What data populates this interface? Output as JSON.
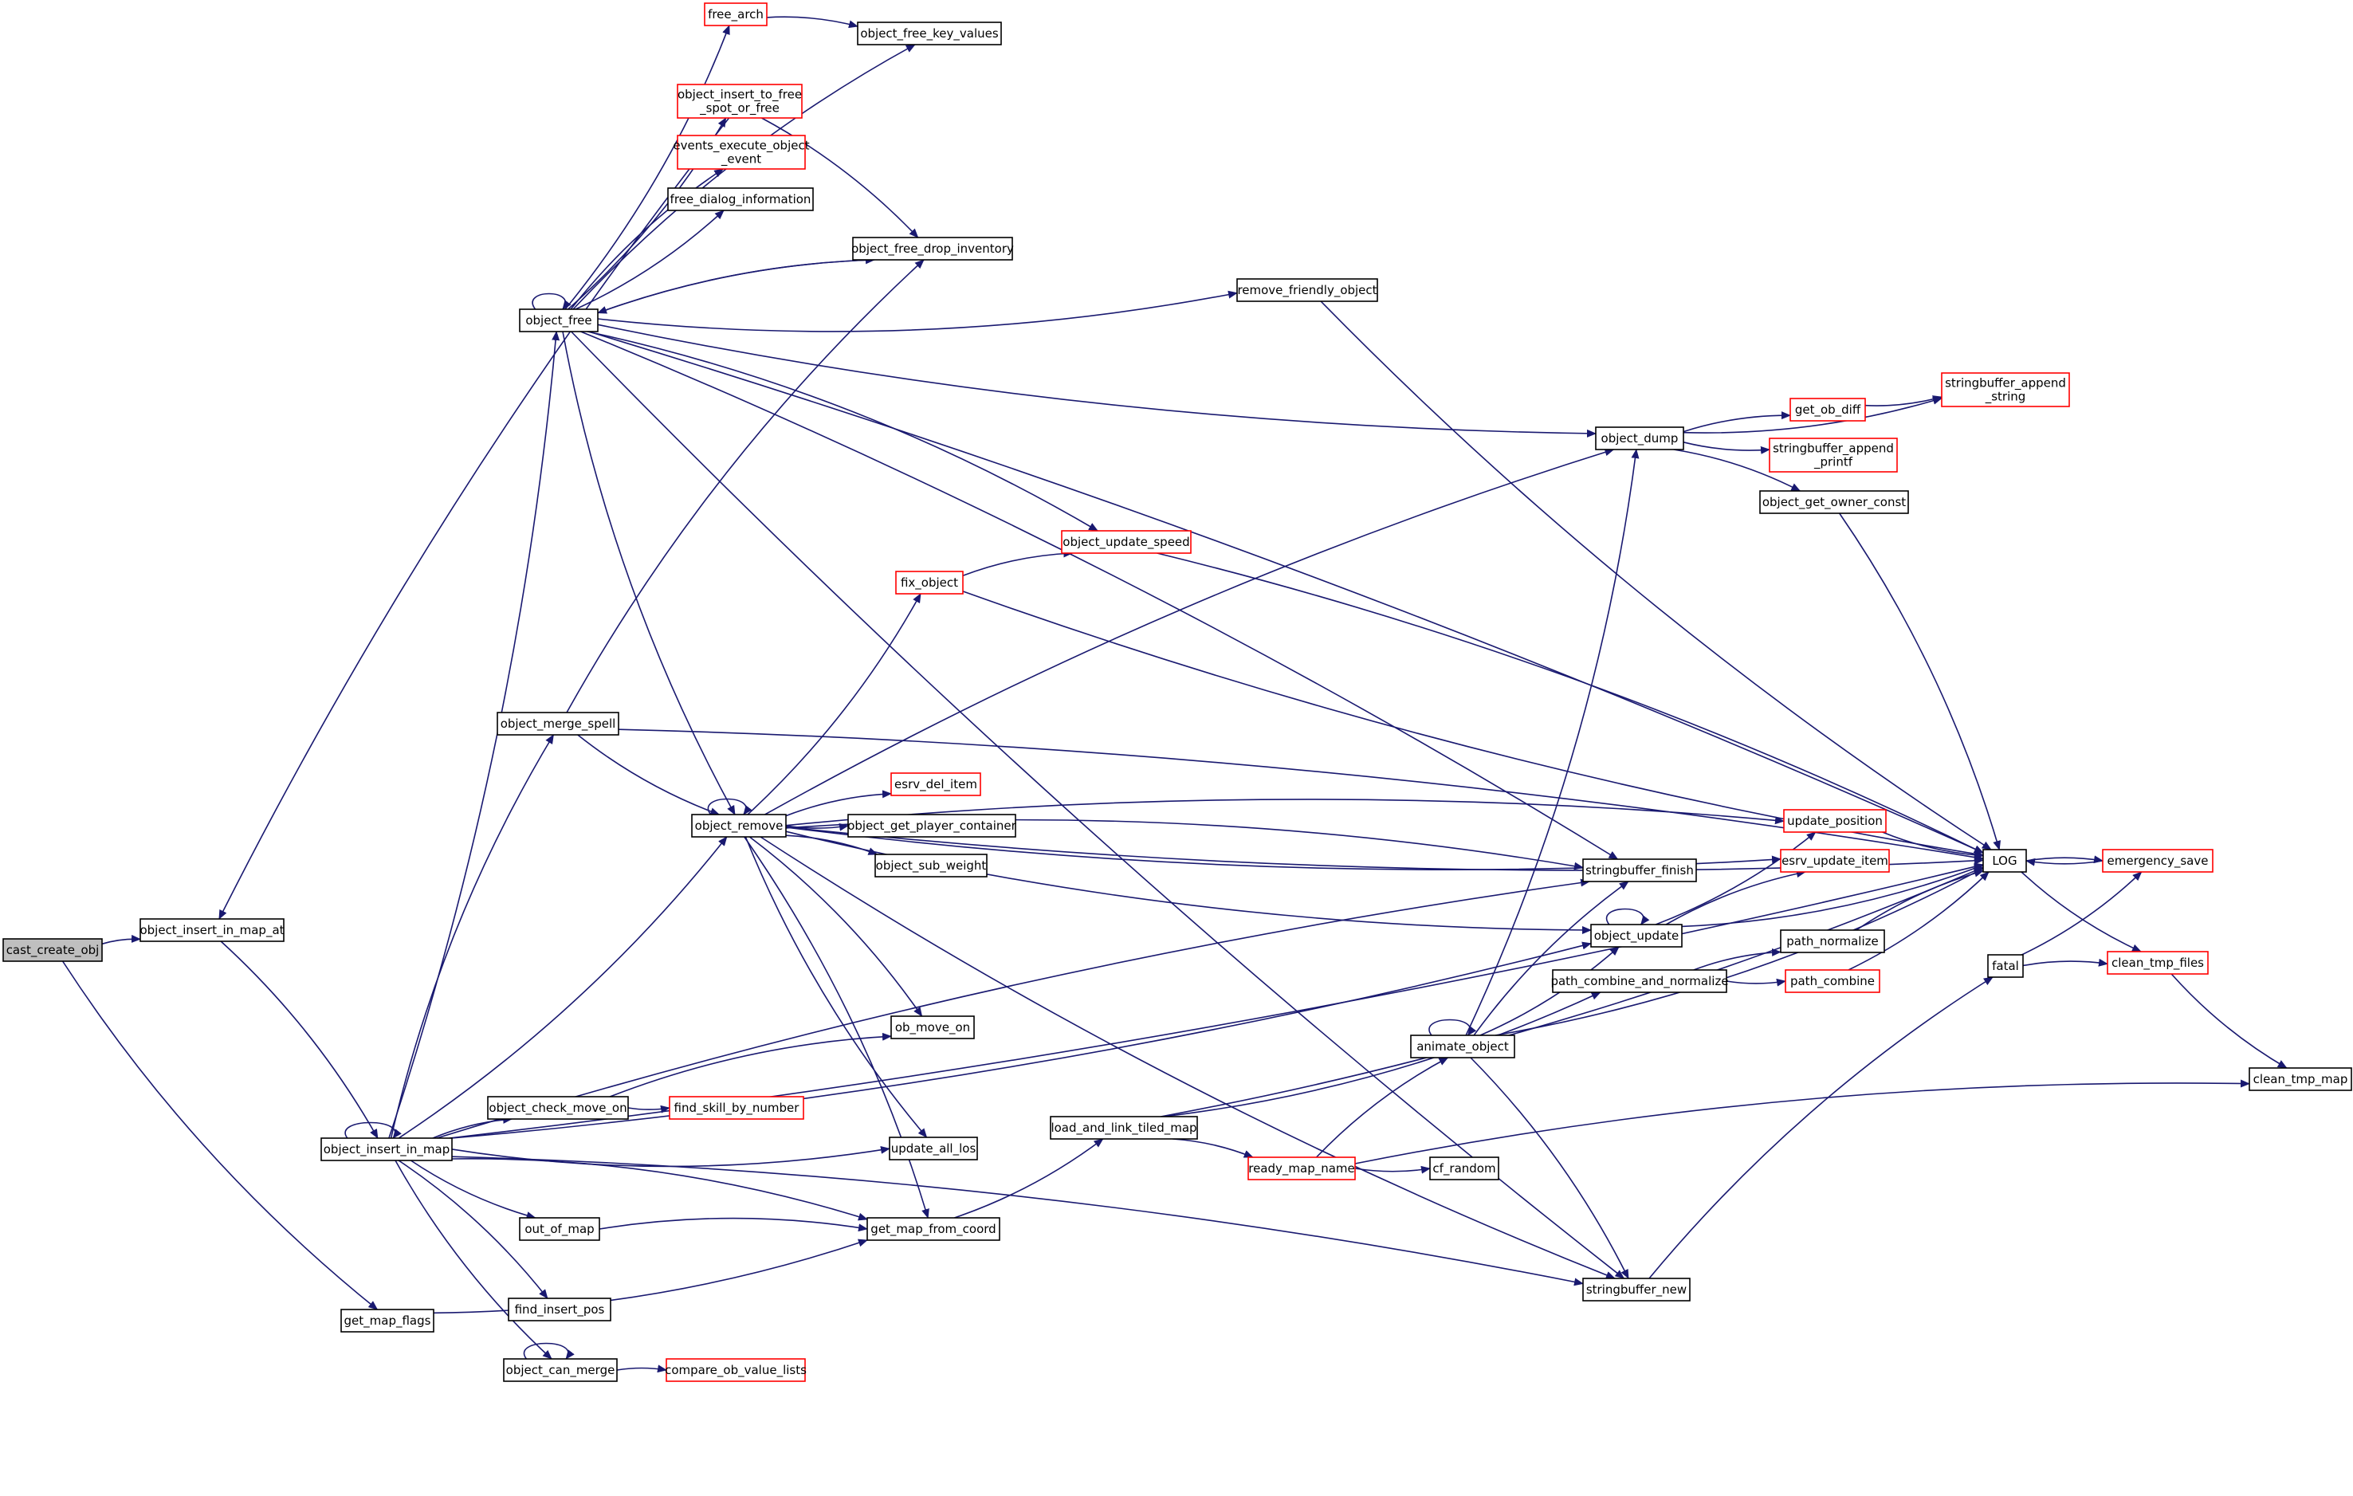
{
  "colors": {
    "edge": "#191970",
    "node_border": "#000000",
    "truncated_border": "#ff0000",
    "root_fill": "#bfbfbf"
  },
  "nodes": [
    {
      "id": "cast_create_obj",
      "lines": [
        "cast_create_obj"
      ],
      "style": "root"
    },
    {
      "id": "object_insert_in_map_at",
      "lines": [
        "object_insert_in_map_at"
      ]
    },
    {
      "id": "get_map_flags",
      "lines": [
        "get_map_flags"
      ]
    },
    {
      "id": "object_insert_in_map",
      "lines": [
        "object_insert_in_map"
      ]
    },
    {
      "id": "object_free",
      "lines": [
        "object_free"
      ]
    },
    {
      "id": "object_merge_spell",
      "lines": [
        "object_merge_spell"
      ]
    },
    {
      "id": "object_check_move_on",
      "lines": [
        "object_check_move_on"
      ]
    },
    {
      "id": "out_of_map",
      "lines": [
        "out_of_map"
      ]
    },
    {
      "id": "find_insert_pos",
      "lines": [
        "find_insert_pos"
      ]
    },
    {
      "id": "object_can_merge",
      "lines": [
        "object_can_merge"
      ]
    },
    {
      "id": "free_arch",
      "lines": [
        "free_arch"
      ],
      "style": "red"
    },
    {
      "id": "object_free_key_values",
      "lines": [
        "object_free_key_values"
      ]
    },
    {
      "id": "object_insert_to_free_spot_or_free",
      "lines": [
        "object_insert_to_free",
        "_spot_or_free"
      ],
      "style": "red"
    },
    {
      "id": "events_execute_object_event",
      "lines": [
        "events_execute_object",
        "_event"
      ],
      "style": "red"
    },
    {
      "id": "free_dialog_information",
      "lines": [
        "free_dialog_information"
      ]
    },
    {
      "id": "object_free_drop_inventory",
      "lines": [
        "object_free_drop_inventory"
      ]
    },
    {
      "id": "object_remove",
      "lines": [
        "object_remove"
      ]
    },
    {
      "id": "esrv_del_item",
      "lines": [
        "esrv_del_item"
      ],
      "style": "red"
    },
    {
      "id": "object_get_player_container",
      "lines": [
        "object_get_player_container"
      ]
    },
    {
      "id": "object_sub_weight",
      "lines": [
        "object_sub_weight"
      ]
    },
    {
      "id": "ob_move_on",
      "lines": [
        "ob_move_on"
      ]
    },
    {
      "id": "find_skill_by_number",
      "lines": [
        "find_skill_by_number"
      ],
      "style": "red"
    },
    {
      "id": "update_all_los",
      "lines": [
        "update_all_los"
      ]
    },
    {
      "id": "get_map_from_coord",
      "lines": [
        "get_map_from_coord"
      ]
    },
    {
      "id": "compare_ob_value_lists",
      "lines": [
        "compare_ob_value_lists"
      ],
      "style": "red"
    },
    {
      "id": "fix_object",
      "lines": [
        "fix_object"
      ],
      "style": "red"
    },
    {
      "id": "object_update_speed",
      "lines": [
        "object_update_speed"
      ],
      "style": "red"
    },
    {
      "id": "load_and_link_tiled_map",
      "lines": [
        "load_and_link_tiled_map"
      ]
    },
    {
      "id": "ready_map_name",
      "lines": [
        "ready_map_name"
      ],
      "style": "red"
    },
    {
      "id": "cf_random",
      "lines": [
        "cf_random"
      ]
    },
    {
      "id": "remove_friendly_object",
      "lines": [
        "remove_friendly_object"
      ]
    },
    {
      "id": "animate_object",
      "lines": [
        "animate_object"
      ]
    },
    {
      "id": "path_combine_and_normalize",
      "lines": [
        "path_combine_and_normalize"
      ]
    },
    {
      "id": "stringbuffer_finish",
      "lines": [
        "stringbuffer_finish"
      ]
    },
    {
      "id": "object_update",
      "lines": [
        "object_update"
      ]
    },
    {
      "id": "stringbuffer_new",
      "lines": [
        "stringbuffer_new"
      ]
    },
    {
      "id": "object_dump",
      "lines": [
        "object_dump"
      ]
    },
    {
      "id": "get_ob_diff",
      "lines": [
        "get_ob_diff"
      ],
      "style": "red"
    },
    {
      "id": "stringbuffer_append_printf",
      "lines": [
        "stringbuffer_append",
        "_printf"
      ],
      "style": "red"
    },
    {
      "id": "object_get_owner_const",
      "lines": [
        "object_get_owner_const"
      ]
    },
    {
      "id": "update_position",
      "lines": [
        "update_position"
      ],
      "style": "red"
    },
    {
      "id": "esrv_update_item",
      "lines": [
        "esrv_update_item"
      ],
      "style": "red"
    },
    {
      "id": "path_normalize",
      "lines": [
        "path_normalize"
      ]
    },
    {
      "id": "path_combine",
      "lines": [
        "path_combine"
      ],
      "style": "red"
    },
    {
      "id": "stringbuffer_append_string",
      "lines": [
        "stringbuffer_append",
        "_string"
      ],
      "style": "red"
    },
    {
      "id": "LOG",
      "lines": [
        "LOG"
      ]
    },
    {
      "id": "fatal",
      "lines": [
        "fatal"
      ]
    },
    {
      "id": "emergency_save",
      "lines": [
        "emergency_save"
      ],
      "style": "red"
    },
    {
      "id": "clean_tmp_files",
      "lines": [
        "clean_tmp_files"
      ],
      "style": "red"
    },
    {
      "id": "clean_tmp_map",
      "lines": [
        "clean_tmp_map"
      ]
    }
  ],
  "edges": [
    [
      "cast_create_obj",
      "object_insert_in_map_at"
    ],
    [
      "cast_create_obj",
      "get_map_flags"
    ],
    [
      "object_insert_in_map_at",
      "object_insert_in_map"
    ],
    [
      "get_map_flags",
      "get_map_from_coord"
    ],
    [
      "object_insert_in_map",
      "object_insert_in_map"
    ],
    [
      "object_insert_in_map",
      "object_free"
    ],
    [
      "object_insert_in_map",
      "object_merge_spell"
    ],
    [
      "object_insert_in_map",
      "object_remove"
    ],
    [
      "object_insert_in_map",
      "object_check_move_on"
    ],
    [
      "object_insert_in_map",
      "update_all_los"
    ],
    [
      "object_insert_in_map",
      "get_map_from_coord"
    ],
    [
      "object_insert_in_map",
      "out_of_map"
    ],
    [
      "object_insert_in_map",
      "find_insert_pos"
    ],
    [
      "object_insert_in_map",
      "object_can_merge"
    ],
    [
      "object_insert_in_map",
      "stringbuffer_finish"
    ],
    [
      "object_insert_in_map",
      "object_update"
    ],
    [
      "object_insert_in_map",
      "stringbuffer_new"
    ],
    [
      "object_insert_in_map",
      "LOG"
    ],
    [
      "object_free",
      "object_free"
    ],
    [
      "object_free",
      "free_arch"
    ],
    [
      "object_free",
      "object_free_key_values"
    ],
    [
      "object_free",
      "object_insert_to_free_spot_or_free"
    ],
    [
      "object_free",
      "events_execute_object_event"
    ],
    [
      "object_free",
      "free_dialog_information"
    ],
    [
      "object_free",
      "object_free_drop_inventory"
    ],
    [
      "object_free",
      "remove_friendly_object"
    ],
    [
      "object_free",
      "LOG"
    ],
    [
      "object_free",
      "object_dump"
    ],
    [
      "object_free",
      "object_update_speed"
    ],
    [
      "object_free",
      "object_remove"
    ],
    [
      "object_free",
      "stringbuffer_finish"
    ],
    [
      "object_free",
      "stringbuffer_new"
    ],
    [
      "free_arch",
      "object_free_key_values"
    ],
    [
      "object_insert_to_free_spot_or_free",
      "object_insert_in_map_at"
    ],
    [
      "object_insert_to_free_spot_or_free",
      "object_free_drop_inventory"
    ],
    [
      "object_free_drop_inventory",
      "object_free"
    ],
    [
      "object_merge_spell",
      "object_free_drop_inventory"
    ],
    [
      "object_merge_spell",
      "object_remove"
    ],
    [
      "object_merge_spell",
      "LOG"
    ],
    [
      "object_remove",
      "object_remove"
    ],
    [
      "object_remove",
      "esrv_del_item"
    ],
    [
      "object_remove",
      "object_get_player_container"
    ],
    [
      "object_remove",
      "object_sub_weight"
    ],
    [
      "object_remove",
      "fix_object"
    ],
    [
      "object_remove",
      "object_dump"
    ],
    [
      "object_remove",
      "LOG"
    ],
    [
      "object_remove",
      "update_position"
    ],
    [
      "object_remove",
      "esrv_update_item"
    ],
    [
      "object_remove",
      "stringbuffer_finish"
    ],
    [
      "object_remove",
      "object_update"
    ],
    [
      "object_remove",
      "ob_move_on"
    ],
    [
      "object_remove",
      "update_all_los"
    ],
    [
      "object_remove",
      "get_map_from_coord"
    ],
    [
      "object_remove",
      "stringbuffer_new"
    ],
    [
      "object_check_move_on",
      "ob_move_on"
    ],
    [
      "object_check_move_on",
      "find_skill_by_number"
    ],
    [
      "out_of_map",
      "get_map_from_coord"
    ],
    [
      "object_can_merge",
      "object_can_merge"
    ],
    [
      "object_can_merge",
      "compare_ob_value_lists"
    ],
    [
      "get_map_from_coord",
      "load_and_link_tiled_map"
    ],
    [
      "fix_object",
      "object_update_speed"
    ],
    [
      "fix_object",
      "LOG"
    ],
    [
      "object_update_speed",
      "LOG"
    ],
    [
      "load_and_link_tiled_map",
      "path_combine_and_normalize"
    ],
    [
      "load_and_link_tiled_map",
      "ready_map_name"
    ],
    [
      "load_and_link_tiled_map",
      "LOG"
    ],
    [
      "ready_map_name",
      "animate_object"
    ],
    [
      "ready_map_name",
      "cf_random"
    ],
    [
      "ready_map_name",
      "clean_tmp_map"
    ],
    [
      "remove_friendly_object",
      "LOG"
    ],
    [
      "animate_object",
      "animate_object"
    ],
    [
      "animate_object",
      "object_dump"
    ],
    [
      "animate_object",
      "stringbuffer_finish"
    ],
    [
      "animate_object",
      "object_update"
    ],
    [
      "animate_object",
      "stringbuffer_new"
    ],
    [
      "animate_object",
      "LOG"
    ],
    [
      "object_update",
      "object_update"
    ],
    [
      "object_update",
      "update_position"
    ],
    [
      "object_update",
      "esrv_update_item"
    ],
    [
      "object_update",
      "LOG"
    ],
    [
      "path_combine_and_normalize",
      "path_normalize"
    ],
    [
      "path_combine_and_normalize",
      "path_combine"
    ],
    [
      "stringbuffer_new",
      "fatal"
    ],
    [
      "object_dump",
      "stringbuffer_append_string"
    ],
    [
      "object_dump",
      "get_ob_diff"
    ],
    [
      "object_dump",
      "stringbuffer_append_printf"
    ],
    [
      "object_dump",
      "object_get_owner_const"
    ],
    [
      "get_ob_diff",
      "stringbuffer_append_string"
    ],
    [
      "object_get_owner_const",
      "LOG"
    ],
    [
      "update_position",
      "LOG"
    ],
    [
      "path_normalize",
      "LOG"
    ],
    [
      "path_combine",
      "LOG"
    ],
    [
      "LOG",
      "emergency_save"
    ],
    [
      "LOG",
      "clean_tmp_files"
    ],
    [
      "emergency_save",
      "LOG"
    ],
    [
      "fatal",
      "emergency_save"
    ],
    [
      "fatal",
      "clean_tmp_files"
    ],
    [
      "clean_tmp_files",
      "clean_tmp_map"
    ]
  ]
}
